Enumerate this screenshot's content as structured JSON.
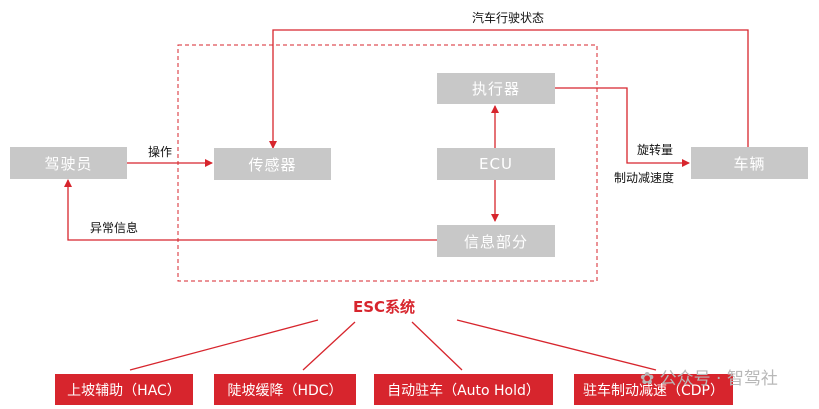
{
  "nodes": {
    "driver": "驾驶员",
    "sensor": "传感器",
    "actuator": "执行器",
    "ecu": "ECU",
    "info": "信息部分",
    "vehicle": "车辆"
  },
  "labels": {
    "vehicle_state": "汽车行驶状态",
    "operation": "操作",
    "abnormal_info": "异常信息",
    "yaw_rate": "旋转量",
    "brake_decel": "制动减速度"
  },
  "esc_title": "ESC系统",
  "functions": [
    "上坡辅助（HAC）",
    "陡坡缓降（HDC）",
    "自动驻车（Auto Hold）",
    "驻车制动减速（CDP）"
  ],
  "watermark": "公众号 · 智驾社",
  "colors": {
    "accent": "#d7252d",
    "node_fill": "#c8c8c8"
  }
}
